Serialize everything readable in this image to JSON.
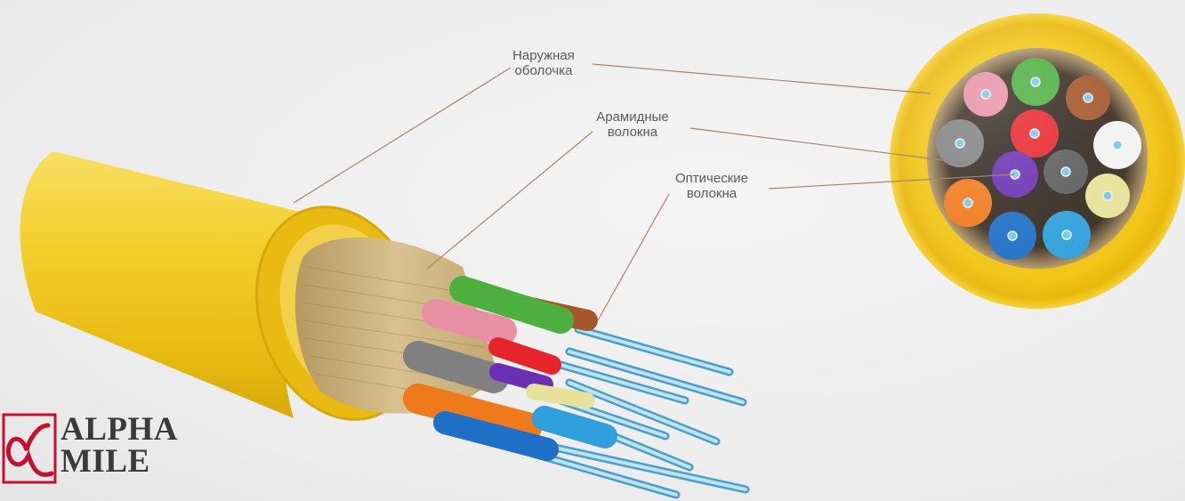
{
  "labels": {
    "sheath": {
      "line1": "Наружная",
      "line2": "оболочка"
    },
    "aramid": {
      "line1": "Арамидные",
      "line2": "волокна"
    },
    "optical": {
      "line1": "Оптические",
      "line2": "волокна"
    }
  },
  "logo": {
    "line1": "ALPHA",
    "line2": "MILE",
    "brand_color": "#c8102e",
    "text_color": "#3a3a3a"
  },
  "colors": {
    "background": "#efefef",
    "jacket": "#f2c81e",
    "jacket_dark": "#d9a908",
    "leader_line": "#a6856a",
    "label_text": "#5a5a5a"
  },
  "fiber_colors": [
    "#e88fa6",
    "#4caf3f",
    "#a5562a",
    "#808080",
    "#e8242b",
    "#f2f2f2",
    "#6a2fb3",
    "#5c5c5c",
    "#ef7a1c",
    "#e6e29a",
    "#1f6fc6",
    "#2fa0db"
  ]
}
